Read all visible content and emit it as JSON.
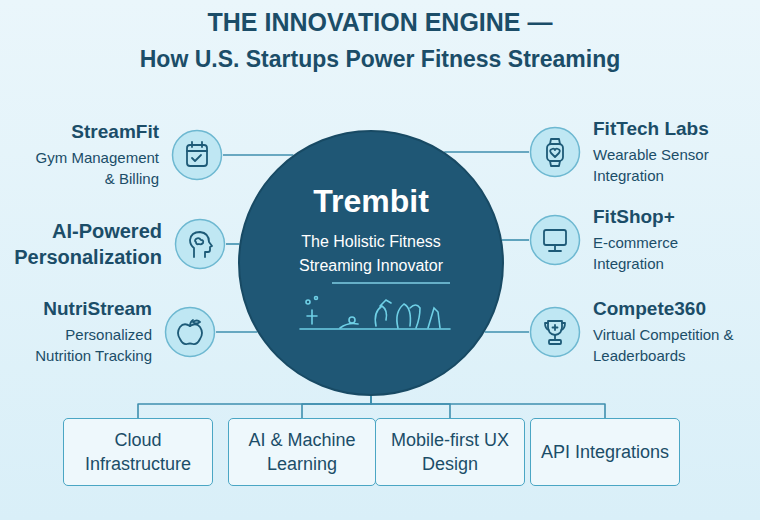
{
  "diagram": {
    "title": "THE INNOVATION ENGINE —",
    "nodes": [
      {
        "text": [
          "Trembit",
          "The Holistic Fitness Streaming Innovator"
        ]
      },
      {
        "text": [
          "StreamFit",
          "Gym Management & Billing"
        ]
      },
      {
        "text": [
          "FitTech Labs",
          "Wearable Sensor Integration"
        ]
      },
      {
        "text": [
          "AI-Powered Personalization"
        ]
      },
      {
        "text": [
          "FitShop+",
          "E-commerce Integration"
        ]
      },
      {
        "text": [
          "NutriStream",
          "Personalized Nutrition Tracking"
        ]
      },
      {
        "text": [
          "Compete360",
          "Virtual Competition & Leaderboards"
        ]
      },
      {
        "text": [
          "Cloud Infrastructure"
        ]
      },
      {
        "text": [
          "AI & Machine Learning"
        ]
      },
      {
        "text": [
          "Mobile-first UX Design"
        ]
      },
      {
        "text": [
          "API Integrations"
        ]
      }
    ],
    "edges": [
      {
        "from": 0,
        "to": 1,
        "arrow": "none"
      },
      {
        "from": 0,
        "to": 2,
        "arrow": "none"
      },
      {
        "from": 0,
        "to": 3,
        "arrow": "none"
      },
      {
        "from": 0,
        "to": 4,
        "arrow": "none"
      },
      {
        "from": 0,
        "to": 5,
        "arrow": "none"
      },
      {
        "from": 0,
        "to": 6,
        "arrow": "none"
      },
      {
        "from": 0,
        "to": 7,
        "arrow": "none"
      },
      {
        "from": 0,
        "to": 8,
        "arrow": "none"
      },
      {
        "from": 0,
        "to": 9,
        "arrow": "none"
      },
      {
        "from": 0,
        "to": 10,
        "arrow": "none"
      }
    ],
    "labels": [
      "How U.S. Startups Power Fitness Streaming"
    ]
  }
}
